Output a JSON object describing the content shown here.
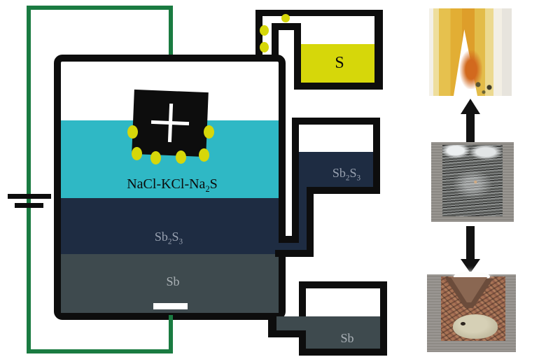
{
  "cell": {
    "electrolyte_label": [
      "NaCl-KCl-Na",
      "2",
      "S"
    ],
    "stibnite_label": [
      "Sb",
      "2",
      "S",
      "3"
    ],
    "antimony_label": "Sb",
    "anode_symbol": "+"
  },
  "collectors": {
    "sulfur_label": "S",
    "stibnite_label": [
      "Sb",
      "2",
      "S",
      "3"
    ],
    "antimony_label": "Sb"
  },
  "colors": {
    "electrolyte_cyan": "#2fb8c5",
    "stibnite_navy": "#1e2c42",
    "antimony_gray": "#3e4a4e",
    "sulfur_yellow": "#d6d70a",
    "bubble_yellow": "#d6d70a",
    "wire_green": "#1a7b41",
    "outline_black": "#0d0d0d",
    "label_gray": "#9aa3b0"
  },
  "photos": [
    {
      "name": "sulfur-deposit-photo"
    },
    {
      "name": "antimony-sulfide-crystal-photo"
    },
    {
      "name": "antimony-metal-button-photo"
    }
  ]
}
